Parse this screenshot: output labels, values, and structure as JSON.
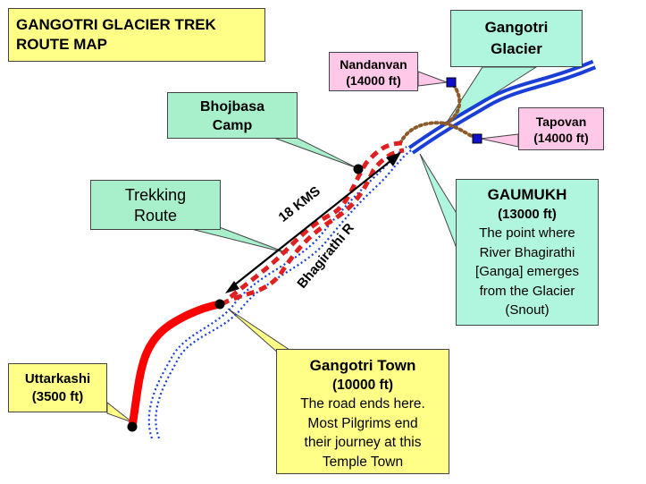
{
  "title": {
    "line1": "GANGOTRI GLACIER TREK",
    "line2": "ROUTE MAP"
  },
  "labels": {
    "gangotri_glacier": {
      "line1": "Gangotri",
      "line2": "Glacier"
    },
    "nandanvan": {
      "line1": "Nandanvan",
      "line2": "(14000 ft)"
    },
    "tapovan": {
      "line1": "Tapovan",
      "line2": "(14000 ft)"
    },
    "bhojbasa": {
      "line1": "Bhojbasa",
      "line2": "Camp"
    },
    "trekking_route": {
      "line1": "Trekking",
      "line2": "Route"
    },
    "gaumukh": {
      "name": "GAUMUKH",
      "elevation": "(13000 ft)",
      "desc": [
        "The point where",
        "River Bhagirathi",
        "[Ganga] emerges",
        "from the Glacier",
        "(Snout)"
      ]
    },
    "uttarkashi": {
      "line1": "Uttarkashi",
      "line2": "(3500 ft)"
    },
    "gangotri_town": {
      "name": "Gangotri Town",
      "elevation": "(10000 ft)",
      "desc": [
        "The road ends here.",
        "Most Pilgrims end",
        "their journey at this",
        "Temple Town"
      ]
    }
  },
  "distance_label": "18 KMS",
  "river_label": "Bhagirathi R",
  "colors": {
    "road": "#ff0000",
    "trek": "#e02020",
    "river": "#1a3fd6",
    "glacier": "#1a3fd6",
    "side_trail": "#8b5a2b",
    "marker": "#1010cc"
  }
}
